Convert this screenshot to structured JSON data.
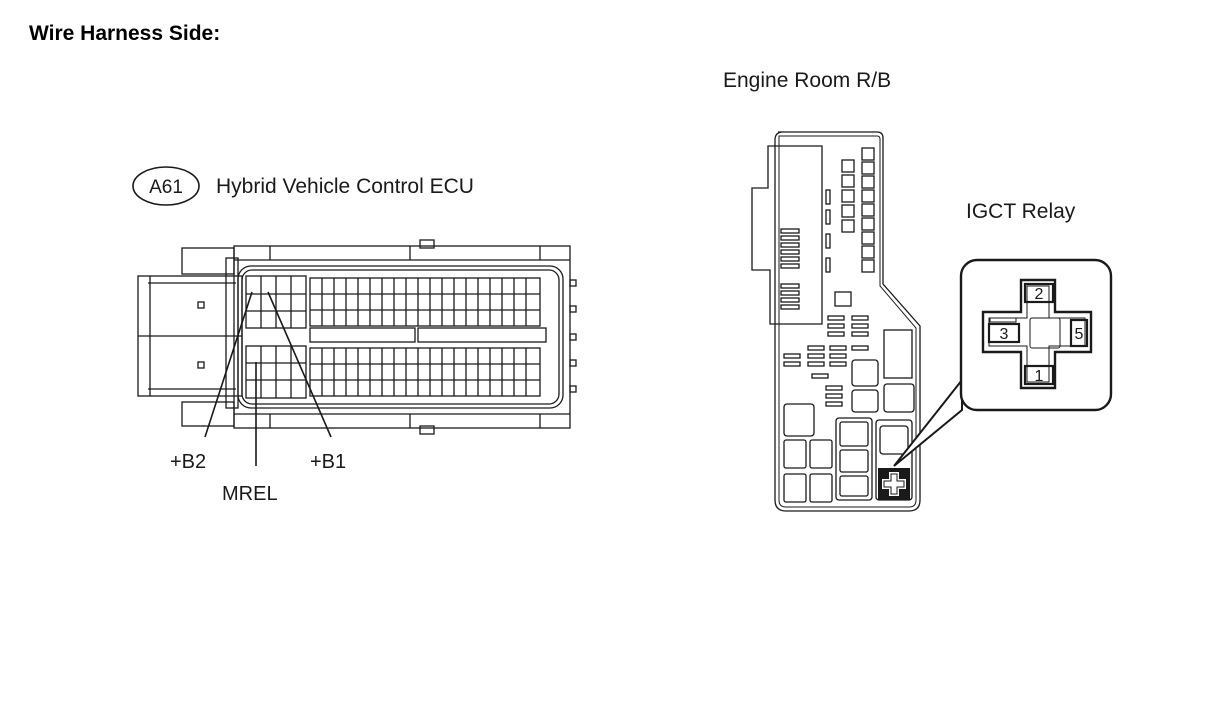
{
  "title": "Wire Harness Side:",
  "ecu": {
    "connector_code": "A61",
    "name": "Hybrid Vehicle Control ECU",
    "pins": {
      "b2": "+B2",
      "b1": "+B1",
      "mrel": "MREL"
    }
  },
  "relay_block": {
    "name": "Engine Room R/B",
    "relay_name": "IGCT Relay",
    "terminals": {
      "t1": "1",
      "t2": "2",
      "t3": "3",
      "t5": "5"
    }
  },
  "colors": {
    "line": "#1a1a1a",
    "background": "#ffffff"
  }
}
